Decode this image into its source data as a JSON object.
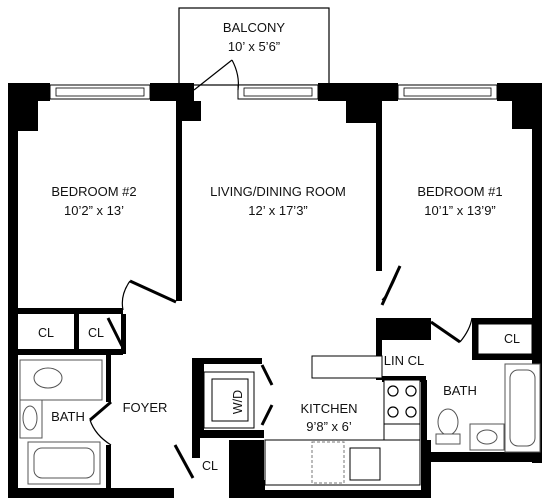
{
  "rooms": {
    "balcony": {
      "name": "BALCONY",
      "dims": "10’ x 5’6”"
    },
    "bedroom2": {
      "name": "BEDROOM #2",
      "dims": "10’2” x 13’"
    },
    "living": {
      "name": "LIVING/DINING ROOM",
      "dims": "12’ x 17’3”"
    },
    "bedroom1": {
      "name": "BEDROOM #1",
      "dims": "10’1” x 13’9”"
    },
    "kitchen": {
      "name": "KITCHEN",
      "dims": "9’8” x 6’"
    },
    "foyer": {
      "name": "FOYER"
    },
    "bath_left": {
      "name": "BATH"
    },
    "bath_right": {
      "name": "BATH"
    },
    "lin_cl": {
      "name": "LIN CL"
    },
    "cl_left1": {
      "name": "CL"
    },
    "cl_left2": {
      "name": "CL"
    },
    "cl_right": {
      "name": "CL"
    },
    "cl_bottom": {
      "name": "CL"
    },
    "wd": {
      "name": "W/D"
    }
  },
  "colors": {
    "wall": "#000000",
    "background": "#ffffff",
    "fixture_stroke": "#555555"
  }
}
